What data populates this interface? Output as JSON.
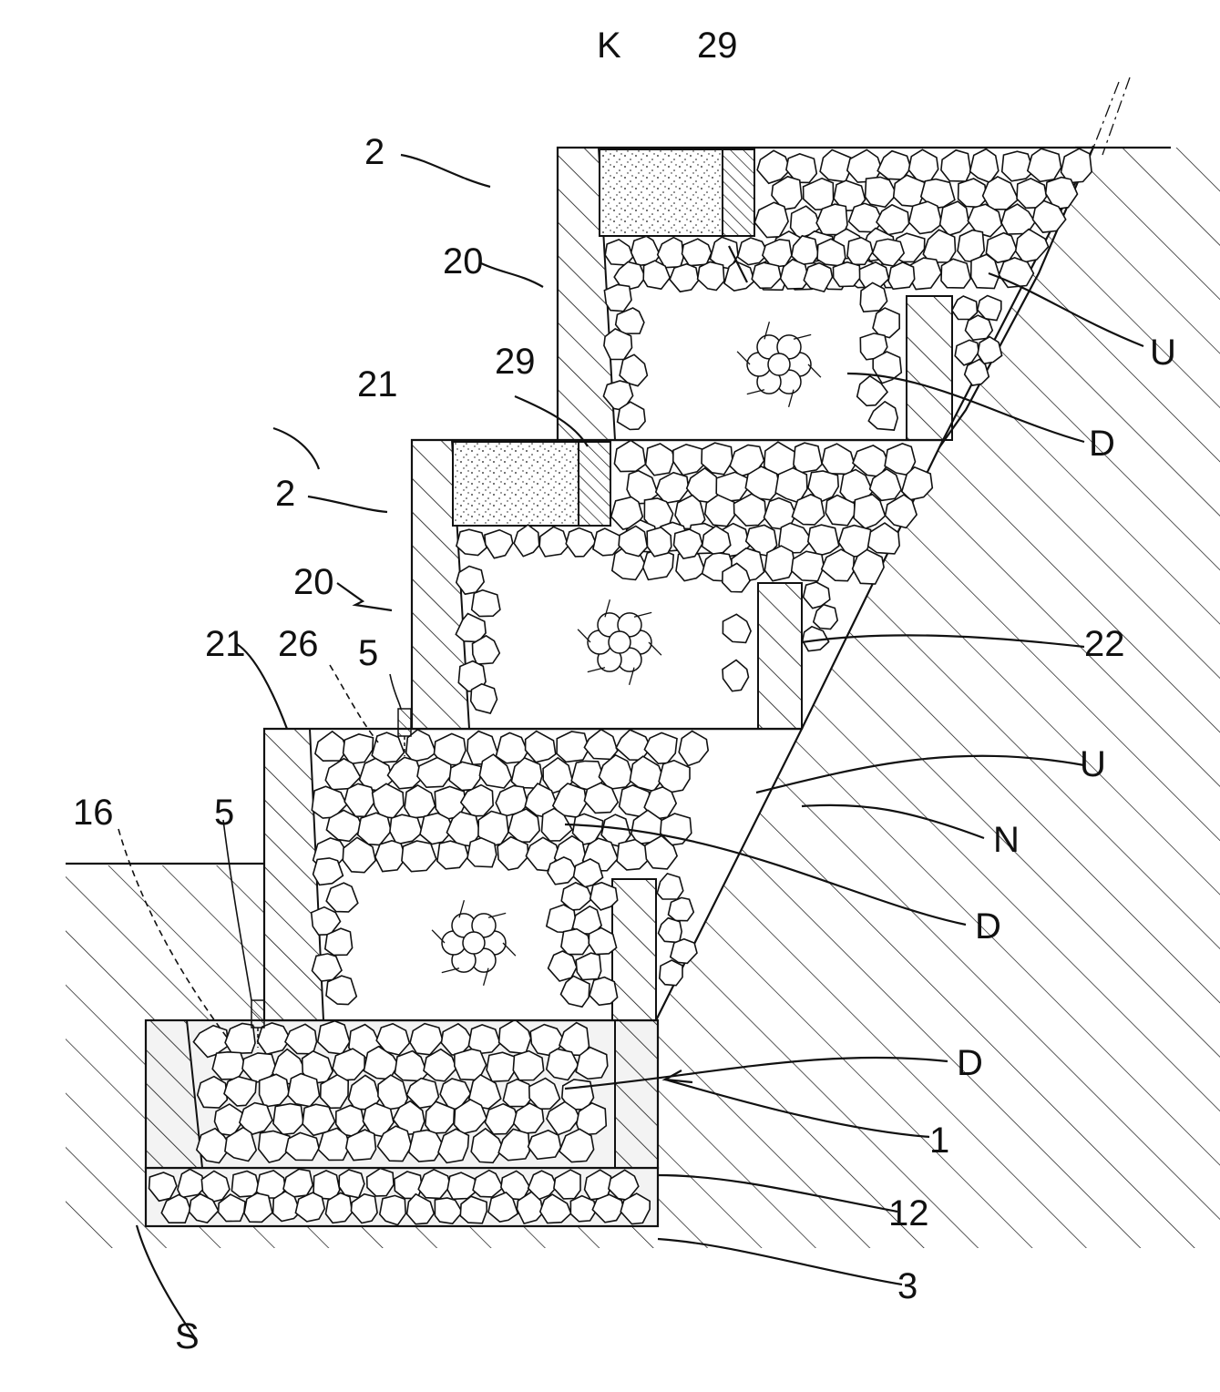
{
  "colors": {
    "ink": "#111111",
    "paper": "#ffffff",
    "stone_fill": "#f3f3f3",
    "concrete_fill": "#e4e4e4"
  },
  "labels": {
    "K": "K",
    "n29_top": "29",
    "n2_top": "2",
    "n20_top": "20",
    "U_top": "U",
    "n29_mid": "29",
    "n21_mid": "21",
    "D_top": "D",
    "n2_mid": "2",
    "n20_mid": "20",
    "n22": "22",
    "n21_low": "21",
    "n26": "26",
    "n5_mid": "5",
    "U_mid": "U",
    "N": "N",
    "n16": "16",
    "n5_low": "5",
    "D_mid": "D",
    "D_low": "D",
    "n1": "1",
    "n12": "12",
    "n3": "3",
    "S": "S"
  }
}
